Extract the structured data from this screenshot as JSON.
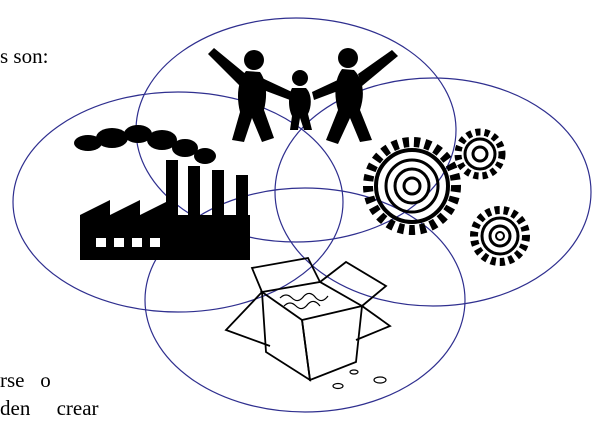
{
  "text_fragments": {
    "top": "s son:",
    "bottom_line1": "rse   o",
    "bottom_line2": "den     crear"
  },
  "diagram": {
    "circle_stroke_color": "#2f2f8f",
    "illustrations": [
      {
        "name": "family-icon"
      },
      {
        "name": "factory-icon"
      },
      {
        "name": "gears-icon"
      },
      {
        "name": "open-box-icon"
      }
    ]
  }
}
